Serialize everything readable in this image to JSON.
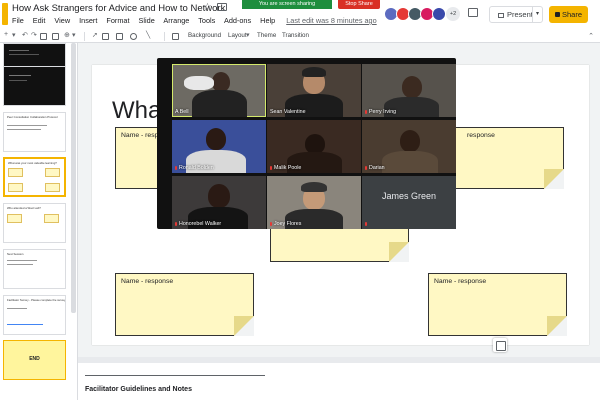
{
  "app": {
    "doc_title": "How Ask Strangers for Advice and How to Network",
    "menu": [
      "File",
      "Edit",
      "View",
      "Insert",
      "Format",
      "Slide",
      "Arrange",
      "Tools",
      "Add-ons",
      "Help"
    ],
    "last_edit": "Last edit was 8 minutes ago"
  },
  "sharing": {
    "banner": "You are screen sharing",
    "stop_label": "Stop Share"
  },
  "header": {
    "more_collaborators": "+2",
    "present_label": "Present",
    "share_label": "Share"
  },
  "toolbar": {
    "background_label": "Background",
    "layout_label": "Layout",
    "theme_label": "Theme",
    "transition_label": "Transition"
  },
  "filmstrip": {
    "thumbs": [
      {
        "title": ""
      },
      {
        "title": ""
      },
      {
        "title": "Peer Consultation Collaboration Protocol"
      },
      {
        "title": "What was your most valuable learning?"
      },
      {
        "title": "Who attended a Wool Lab?"
      },
      {
        "title": "Next Session"
      },
      {
        "title": "Facilitator Survey - Please complete the survey"
      },
      {
        "title": "END"
      }
    ]
  },
  "slide": {
    "title": "What",
    "notes": [
      {
        "label": "Name - response"
      },
      {
        "label": "response"
      },
      {
        "label": "Name - response"
      },
      {
        "label": "Name - response"
      }
    ]
  },
  "speaker_notes": {
    "heading": "Facilitator Guidelines and Notes"
  },
  "video_call": {
    "participants": [
      {
        "name": "A Bell",
        "muted": false,
        "speaking": true
      },
      {
        "name": "Sean Valentine",
        "muted": false,
        "speaking": false
      },
      {
        "name": "Perry Irving",
        "muted": true,
        "speaking": false
      },
      {
        "name": "Ronald Bolden",
        "muted": true,
        "speaking": false
      },
      {
        "name": "Malik Poole",
        "muted": true,
        "speaking": false
      },
      {
        "name": "Darian",
        "muted": true,
        "speaking": false
      },
      {
        "name": "Honorebel Walker",
        "muted": true,
        "speaking": false
      },
      {
        "name": "Joey Flores",
        "muted": true,
        "speaking": false
      },
      {
        "name": "James Green",
        "muted": true,
        "speaking": false,
        "video_off": true
      }
    ]
  },
  "colors": {
    "accent": "#f4b400",
    "sticky_note": "#fff8c4",
    "stop_share": "#d93025",
    "sharing_banner": "#1e8e3e"
  }
}
